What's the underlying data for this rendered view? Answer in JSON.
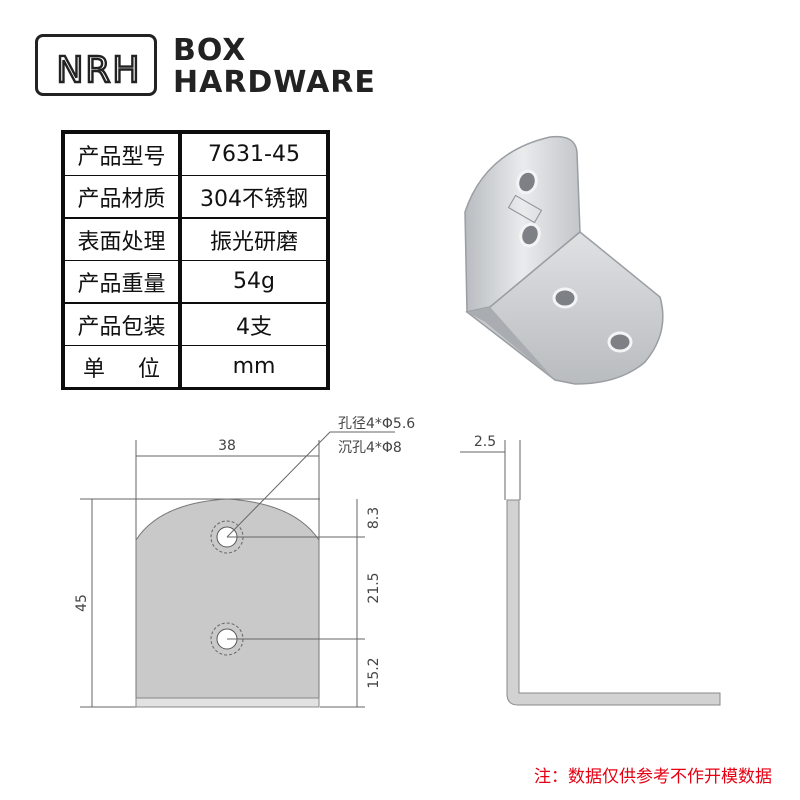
{
  "brand": {
    "logo_text": "NRH",
    "line1": "BOX",
    "line2": "HARDWARE"
  },
  "specs": [
    {
      "label": "产品型号",
      "value": "7631-45"
    },
    {
      "label": "产品材质",
      "value": "304不锈钢"
    },
    {
      "label": "表面处理",
      "value": "振光研磨"
    },
    {
      "label": "产品重量",
      "value": "54g"
    },
    {
      "label": "产品包装",
      "value": "4支"
    },
    {
      "label_a": "单",
      "label_b": "位",
      "value": "mm"
    }
  ],
  "drawing": {
    "width": "38",
    "height": "45",
    "hole_note_1": "孔径4*Φ5.6",
    "hole_note_2": "沉孔4*Φ8",
    "dim_top": "8.3",
    "dim_mid": "21.5",
    "dim_bottom": "15.2",
    "thickness": "2.5"
  },
  "note": "注：数据仅供参考不作开模数据",
  "colors": {
    "note": "#e60012",
    "table_bg": "#0d0d0d"
  }
}
